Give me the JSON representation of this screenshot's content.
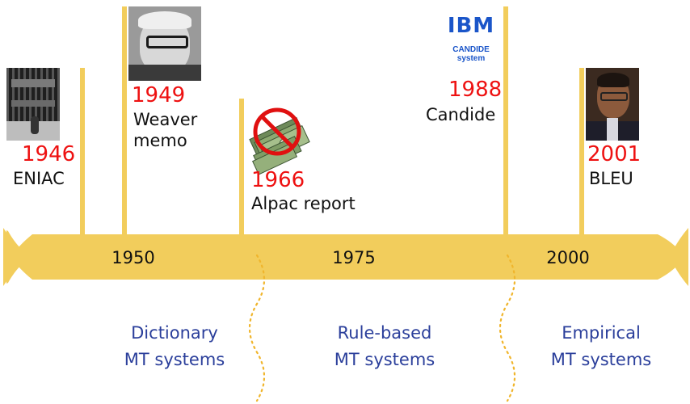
{
  "colors": {
    "timeline_band": "#f2cd5c",
    "event_year": "#ee1111",
    "era_text": "#2b3f9b",
    "divider_dots": "#f0b52c",
    "ibm_blue": "#1a55c9"
  },
  "axis": {
    "ticks": [
      "1950",
      "1975",
      "2000"
    ]
  },
  "events": [
    {
      "year": "1946",
      "label": "ENIAC",
      "icon": "eniac-photo"
    },
    {
      "year": "1949",
      "label": "Weaver memo",
      "label_lines": [
        "Weaver",
        "memo"
      ],
      "icon": "weaver-portrait"
    },
    {
      "year": "1966",
      "label": "Alpac report",
      "icon": "no-money-icon"
    },
    {
      "year": "1988",
      "label": "Candide",
      "icon": "ibm-logo",
      "logo_text": "IBM",
      "logo_caption_lines": [
        "CANDIDE",
        "system"
      ]
    },
    {
      "year": "2001",
      "label": "BLEU",
      "icon": "papineni-portrait"
    }
  ],
  "eras": [
    {
      "line1": "Dictionary",
      "line2": "MT systems"
    },
    {
      "line1": "Rule-based",
      "line2": "MT systems"
    },
    {
      "line1": "Empirical",
      "line2": "MT systems"
    }
  ]
}
